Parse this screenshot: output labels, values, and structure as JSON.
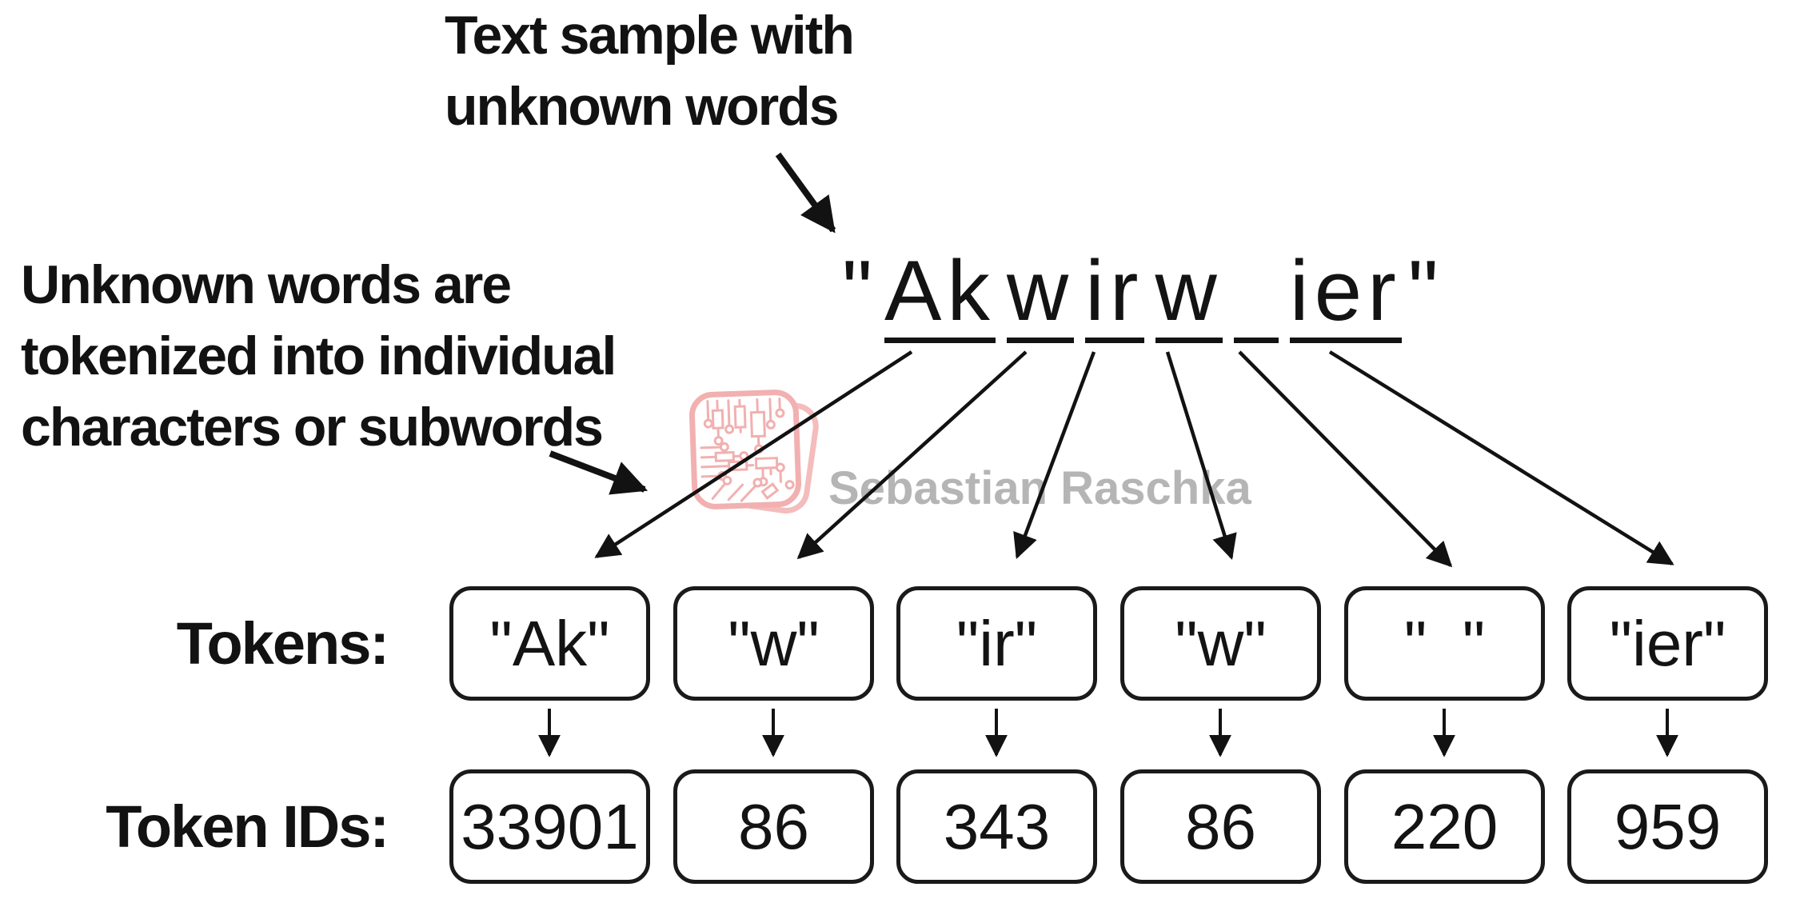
{
  "figure": {
    "top_annotation": {
      "lines": [
        "Text sample with",
        "unknown words"
      ]
    },
    "left_annotation": {
      "lines": [
        "Unknown words are",
        "tokenized into individual",
        "characters or subwords"
      ]
    },
    "sample_text": {
      "open_quote": "\"",
      "close_quote": "\"",
      "tokens": [
        "Ak",
        "w",
        "ir",
        "w",
        " ",
        "ier"
      ]
    },
    "tokens_row": {
      "label": "Tokens:",
      "boxes": [
        "\"Ak\"",
        "\"w\"",
        "\"ir\"",
        "\"w\"",
        "\"  \"",
        "\"ier\""
      ]
    },
    "token_ids_row": {
      "label": "Token IDs:",
      "boxes": [
        "33901",
        "86",
        "343",
        "86",
        "220",
        "959"
      ]
    },
    "watermark": {
      "author": "Sebastian Raschka",
      "logo": "circuit-chip-logo"
    },
    "colors": {
      "background": "#ffffff",
      "ink": "#121212",
      "watermark_text": "#b5b5b5",
      "watermark_logo": "#f2b0b0"
    }
  }
}
